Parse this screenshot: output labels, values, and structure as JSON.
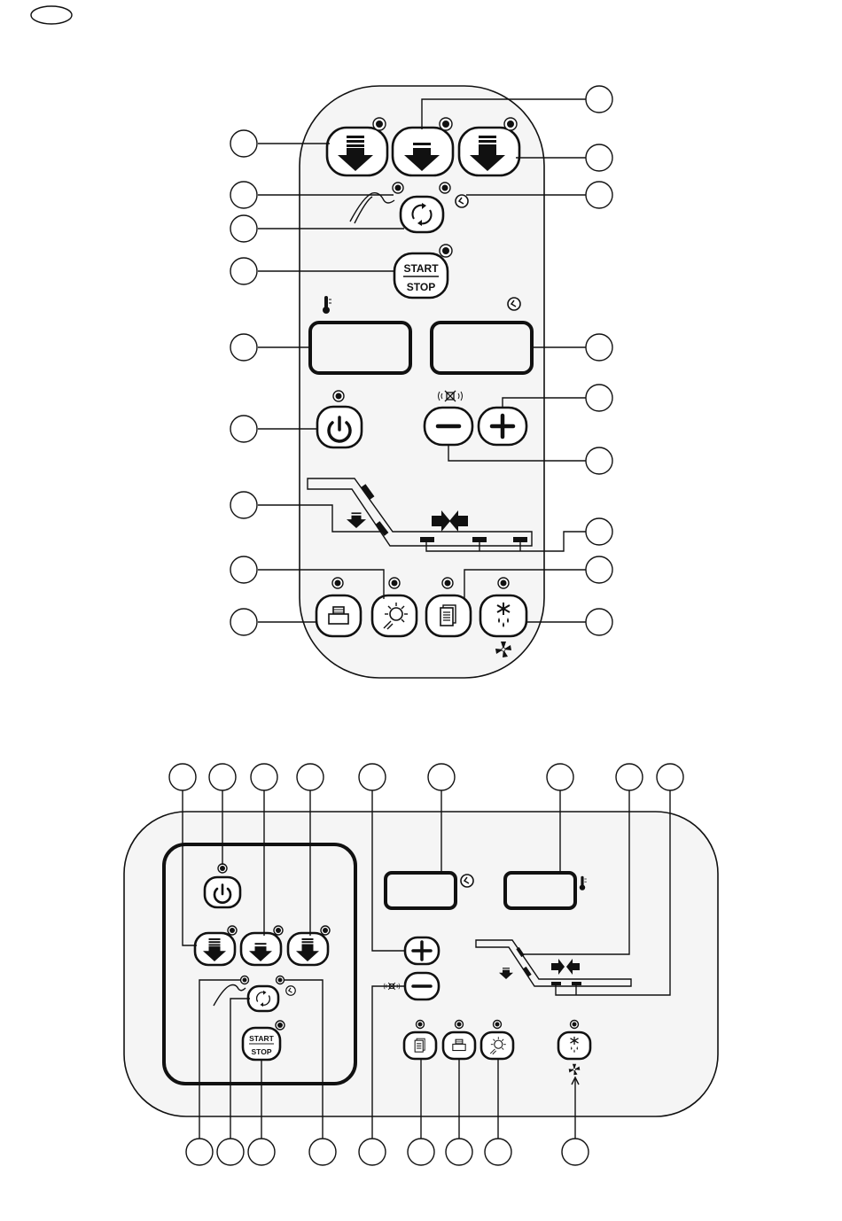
{
  "header_mark": "",
  "panel_vertical": {
    "start_label": "START",
    "stop_label": "STOP"
  },
  "panel_horizontal": {
    "start_label": "START",
    "stop_label": "STOP"
  },
  "colors": {
    "ink": "#111111",
    "panel_fill": "#f5f5f5",
    "background": "#ffffff"
  }
}
